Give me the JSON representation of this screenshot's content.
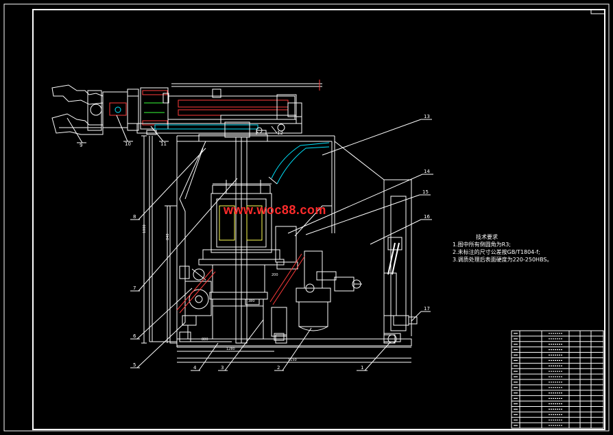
{
  "watermark": "www.woc88.com",
  "tech_requirements": {
    "title": "技术要求",
    "items": [
      "1.图中所有倒圆角为R3;",
      "2.未标注的尺寸公差按GB/T1804-f;",
      "3.调质处理后表面硬度为220-250HBS。"
    ]
  },
  "callouts": [
    "1",
    "2",
    "3",
    "4",
    "5",
    "6",
    "7",
    "8",
    "9",
    "10",
    "11",
    "12",
    "13",
    "14",
    "15",
    "16",
    "17"
  ],
  "dimensions": {
    "d1": "1150",
    "d2": "1280",
    "d3": "1000",
    "d4": "840",
    "d5": "380",
    "d6": "200",
    "d7": "880"
  },
  "colors": {
    "background": "#000000",
    "line": "#ffffff",
    "accent_red": "#ff3b3b",
    "accent_cyan": "#00e5ff",
    "accent_green": "#39ff39",
    "watermark": "#ff2b2b"
  }
}
